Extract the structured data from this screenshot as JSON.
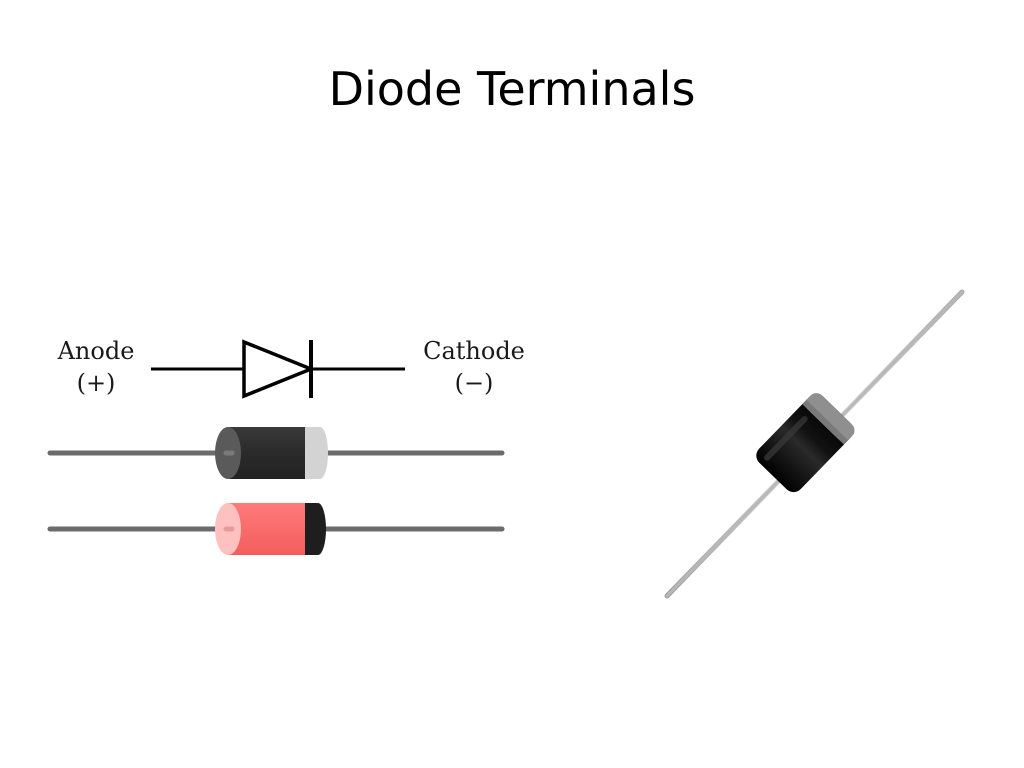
{
  "slide": {
    "title": "Diode Terminals"
  },
  "diagram": {
    "anode": {
      "name": "Anode",
      "polarity": "(+)"
    },
    "cathode": {
      "name": "Cathode",
      "polarity": "(−)"
    },
    "colors": {
      "lead": "#6b6b6b",
      "black_body": "#2b2b2b",
      "black_body_end": "#5a5a5a",
      "silver_band": "#d3d3d3",
      "red_body": "#f86a6a",
      "red_body_end": "#ffc0c0",
      "black_band": "#1e1e1e",
      "symbol": "#000000"
    }
  },
  "photo": {
    "subject": "axial-lead-diode",
    "colors": {
      "body": "#101010",
      "band": "#8f8f8f",
      "lead": "#c8c8c8"
    }
  }
}
